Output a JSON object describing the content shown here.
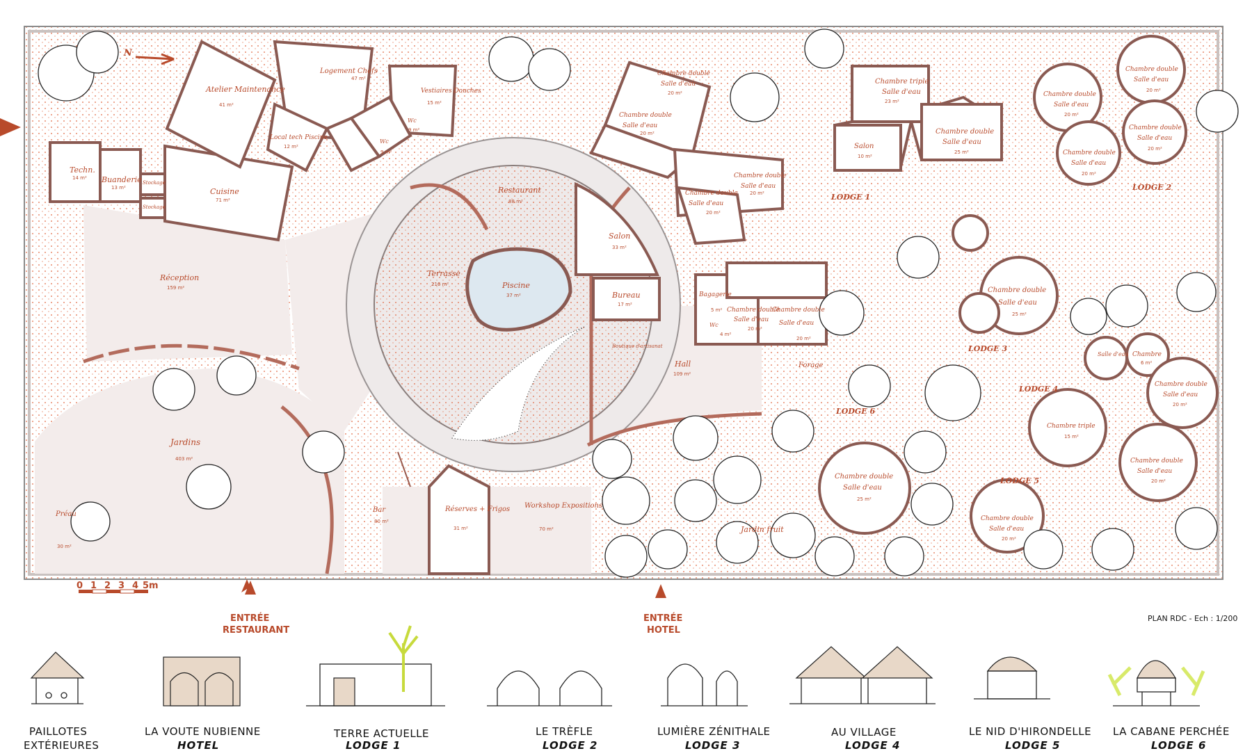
{
  "rooms": [
    {
      "name": "Techn.",
      "area": "14 m²"
    },
    {
      "name": "Buanderie",
      "area": "13 m²"
    },
    {
      "name": "Stockage",
      "area": ""
    },
    {
      "name": "Stockage",
      "area": ""
    },
    {
      "name": "Cuisine",
      "area": "71 m²"
    },
    {
      "name": "Atelier Maintenance",
      "area": "41 m²"
    },
    {
      "name": "Logement Chefs",
      "area": "47 m²"
    },
    {
      "name": "Local tech Piscine",
      "area": "12 m²"
    },
    {
      "name": "Vestiaires Douches",
      "area": "15 m²"
    },
    {
      "name": "Wc",
      "area": "9 m²"
    },
    {
      "name": "Wc",
      "area": "9 m²"
    },
    {
      "name": "Réception",
      "area": "159 m²"
    },
    {
      "name": "Restaurant",
      "area": "88 m²"
    },
    {
      "name": "Terrasse",
      "area": "216 m²"
    },
    {
      "name": "Piscine",
      "area": "37 m²"
    },
    {
      "name": "Salon",
      "area": "33 m²"
    },
    {
      "name": "Bureau",
      "area": "17 m²"
    },
    {
      "name": "Hall",
      "area": "109 m²"
    },
    {
      "name": "Jardins",
      "area": "403 m²"
    },
    {
      "name": "Préau",
      "area": "30 m²"
    },
    {
      "name": "Bar",
      "area": "80 m²"
    },
    {
      "name": "Réserves + Frigos",
      "area": "31 m²"
    },
    {
      "name": "Workshop Expositions",
      "area": "70 m²"
    },
    {
      "name": "Bagagerie",
      "area": "5 m²"
    },
    {
      "name": "Wc",
      "area": "4 m²"
    },
    {
      "name": "Forage",
      "area": ""
    },
    {
      "name": "Jardin fruit",
      "area": ""
    },
    {
      "name": "Boutique d'artisanat",
      "area": ""
    }
  ],
  "lodges": [
    {
      "label": "LODGE 1",
      "rooms": [
        {
          "name": "Chambre triple",
          "sub": "Salle d'eau",
          "area": "23 m²"
        },
        {
          "name": "Salon",
          "sub": "",
          "area": "10 m²"
        },
        {
          "name": "Chambre double",
          "sub": "Salle d'eau",
          "area": "25 m²"
        }
      ]
    },
    {
      "label": "LODGE 2",
      "rooms": [
        {
          "name": "Chambre double",
          "sub": "Salle d'eau",
          "area": "20 m²"
        },
        {
          "name": "Chambre double",
          "sub": "Salle d'eau",
          "area": "20 m²"
        },
        {
          "name": "Chambre double",
          "sub": "Salle d'eau",
          "area": "20 m²"
        },
        {
          "name": "Chambre double",
          "sub": "Salle d'eau",
          "area": "20 m²"
        }
      ]
    },
    {
      "label": "LODGE 3",
      "rooms": [
        {
          "name": "Chambre double",
          "sub": "Salle d'eau",
          "area": "25 m²"
        }
      ]
    },
    {
      "label": "LODGE 4",
      "rooms": [
        {
          "name": "Salle d'eau",
          "sub": "",
          "area": ""
        },
        {
          "name": "Chambre",
          "sub": "",
          "area": "6 m²"
        },
        {
          "name": "Chambre double",
          "sub": "Salle d'eau",
          "area": "20 m²"
        },
        {
          "name": "Chambre triple",
          "sub": "",
          "area": "15 m²"
        },
        {
          "name": "Chambre double",
          "sub": "Salle d'eau",
          "area": "20 m²"
        }
      ]
    },
    {
      "label": "LODGE 5",
      "rooms": [
        {
          "name": "Chambre double",
          "sub": "Salle d'eau",
          "area": "20 m²"
        }
      ]
    },
    {
      "label": "LODGE 6",
      "rooms": [
        {
          "name": "Chambre double",
          "sub": "Salle d'eau",
          "area": "25 m²"
        }
      ]
    }
  ],
  "hotel_rooms": [
    {
      "name": "Chambre double",
      "sub": "Salle d'eau",
      "area": "20 m²"
    },
    {
      "name": "Chambre double",
      "sub": "Salle d'eau",
      "area": "20 m²"
    },
    {
      "name": "Chambre double",
      "sub": "Salle d'eau",
      "area": "20 m²"
    },
    {
      "name": "Chambre double",
      "sub": "Salle d'eau",
      "area": "20 m²"
    },
    {
      "name": "Chambre double",
      "sub": "Salle d'eau",
      "area": "20 m²"
    },
    {
      "name": "Chambre double",
      "sub": "Salle d'eau",
      "area": "20 m²"
    }
  ],
  "entrances": {
    "restaurant": [
      "ENTRÉE",
      "RESTAURANT"
    ],
    "hotel": [
      "ENTRÉE",
      "HOTEL"
    ]
  },
  "north_label": "N",
  "scale_bar": {
    "ticks": [
      "0",
      "1",
      "2",
      "3",
      "4",
      "5m"
    ]
  },
  "plan_title": "PLAN RDC - Ech : 1/200",
  "typologies": [
    {
      "line1": "PAILLOTES",
      "line2": "EXTÉRIEURES"
    },
    {
      "line1": "LA VOUTE NUBIENNE",
      "line2": "HOTEL"
    },
    {
      "line1": "TERRE ACTUELLE",
      "line2": "LODGE 1"
    },
    {
      "line1": "LE TRÈFLE",
      "line2": "LODGE 2"
    },
    {
      "line1": "LUMIÈRE ZÉNITHALE",
      "line2": "LODGE 3"
    },
    {
      "line1": "AU VILLAGE",
      "line2": "LODGE 4"
    },
    {
      "line1": "LE NID D'HIRONDELLE",
      "line2": "LODGE 5"
    },
    {
      "line1": "LA CABANE PERCHÉE",
      "line2": "LODGE 6"
    }
  ],
  "colors": {
    "accent": "#b84a2b",
    "wall": "#b36b5c",
    "floor": "#f3eceb",
    "highlight": "#d8ea6a"
  }
}
